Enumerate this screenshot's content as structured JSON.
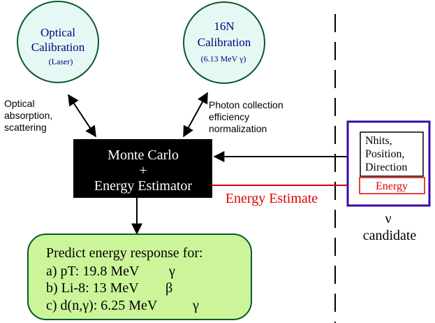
{
  "optical_calibration": {
    "line1": "Optical",
    "line2": "Calibration",
    "line3": "(Laser)"
  },
  "n16_calibration": {
    "line1": "16N",
    "line2": "Calibration",
    "line3": "(6.13 MeV γ)"
  },
  "optical_note": {
    "line1": "Optical",
    "line2": "absorption,",
    "line3": "scattering"
  },
  "photon_note": {
    "line1": "Photon collection",
    "line2": "efficiency",
    "line3": "normalization"
  },
  "monte_carlo": {
    "line1": "Monte Carlo",
    "line2": "+",
    "line3": "Energy Estimator"
  },
  "energy_estimate_label": "Energy Estimate",
  "candidate_box": {
    "inputs": {
      "line1": "Nhits,",
      "line2": "Position,",
      "line3": "Direction"
    },
    "energy": "Energy",
    "symbol": "ν",
    "label": "candidate"
  },
  "prediction": {
    "title": "Predict energy response for:",
    "items": [
      {
        "label": "a) pT: 19.8 MeV",
        "particle": "γ"
      },
      {
        "label": "b) Li-8: 13 MeV",
        "particle": "β"
      },
      {
        "label": "c) d(n,γ): 6.25 MeV",
        "particle": "γ"
      }
    ]
  },
  "colors": {
    "circle_fill": "#e6f8f4",
    "circle_stroke": "#0a5a2a",
    "circle_text": "#000080",
    "black_box": "#000000",
    "red": "#dd0000",
    "purple": "#3b0aa8",
    "green_fill": "#ccf59a"
  }
}
